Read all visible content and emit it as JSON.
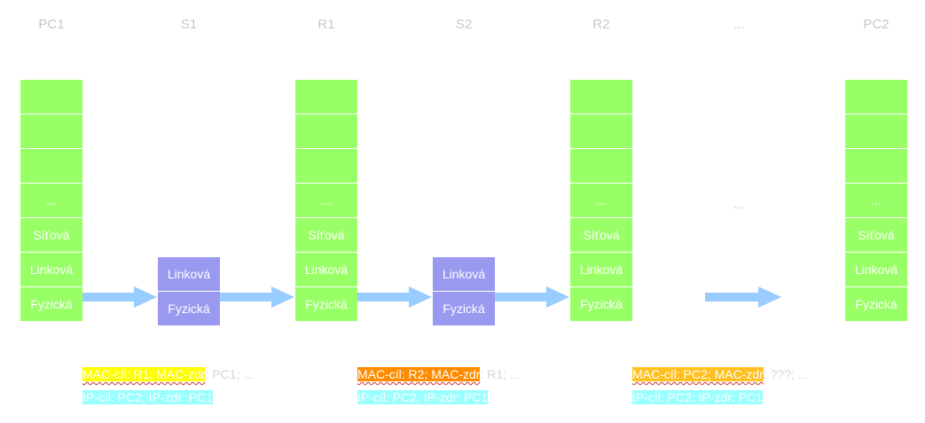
{
  "nodes": [
    {
      "id": "pc1",
      "title": "PC1",
      "type": "host"
    },
    {
      "id": "s1",
      "title": "S1",
      "type": "switch"
    },
    {
      "id": "r1",
      "title": "R1",
      "type": "router"
    },
    {
      "id": "s2",
      "title": "S2",
      "type": "switch"
    },
    {
      "id": "r2",
      "title": "R2",
      "type": "router"
    },
    {
      "id": "ellipsis",
      "title": "...",
      "type": "gap"
    },
    {
      "id": "pc2",
      "title": "PC2",
      "type": "host"
    }
  ],
  "layers": {
    "ellipsis": "...",
    "network": "Síťová",
    "link": "Linková",
    "physical": "Fyzická"
  },
  "middle_dots": "...",
  "frames": [
    {
      "mac": {
        "part1": "MAC-cíl: R1; MAC-zdr",
        "part2": ": PC1; ...",
        "color": "#ffff00"
      },
      "ip": {
        "text": "IP-cíl: PC2; IP-zdr: PC1",
        "color": "#99ffff"
      }
    },
    {
      "mac": {
        "part1": "MAC-cíl: R2; MAC-zdr",
        "part2": ": R1; ...",
        "color": "#ff8c00"
      },
      "ip": {
        "text": "IP-cíl: PC2; IP-zdr: PC1",
        "color": "#99ffff"
      }
    },
    {
      "mac": {
        "part1": "MAC-cíl: PC2; MAC-zdr",
        "part2": ": ???; ...",
        "color": "#ffc020"
      },
      "ip": {
        "text": "IP-cíl: PC2; IP-zdr: PC1",
        "color": "#99ffff"
      }
    }
  ],
  "colors": {
    "layer_fill": "#99ff66",
    "switch_fill": "#9999f0",
    "arrow_fill": "#99ccff"
  }
}
